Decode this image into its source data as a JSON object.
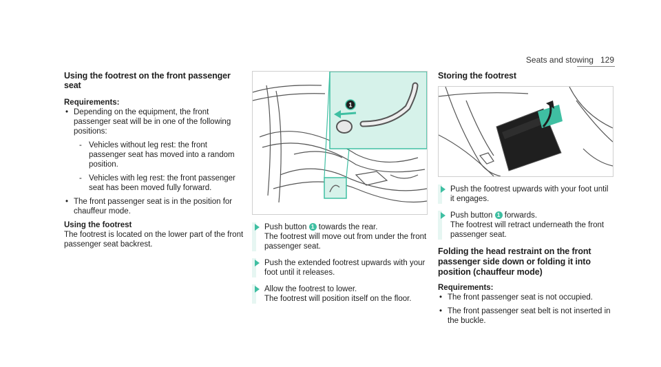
{
  "header": {
    "section": "Seats and stowing",
    "page": "129"
  },
  "left": {
    "title": "Using the footrest on the front passenger seat",
    "requirements_heading": "Requirements:",
    "bullet1": "Depending on the equipment, the front passenger seat will be in one of the following positions:",
    "dash1": "Vehicles without leg rest: the front passenger seat has moved into a random position.",
    "dash2": "Vehicles with leg rest: the front passenger seat has been moved fully forward.",
    "bullet2": "The front passenger seat is in the position for chauffeur mode.",
    "subheading": "Using the footrest",
    "paragraph": "The footrest is located on the lower part of the front passenger seat backrest."
  },
  "middle": {
    "figure_callout": "1",
    "step1_pre": "Push button",
    "step1_num": "1",
    "step1_post": "towards the rear.",
    "step1_result": "The footrest will move out from under the front passenger seat.",
    "step2": "Push the extended footrest upwards with your foot until it releases.",
    "step3": "Allow the footrest to lower.",
    "step3_result": "The footrest will position itself on the floor."
  },
  "right": {
    "title": "Storing the footrest",
    "step1": "Push the footrest upwards with your foot until it engages.",
    "step2_pre": "Push button",
    "step2_num": "1",
    "step2_post": "forwards.",
    "step2_result": "The footrest will retract underneath the front passenger seat.",
    "title2": "Folding the head restraint on the front passenger side down or folding it into position (chauffeur mode)",
    "requirements_heading": "Requirements:",
    "bullet1": "The front passenger seat is not occupied.",
    "bullet2": "The front passenger seat belt is not inserted in the buckle."
  },
  "colors": {
    "accent": "#3fbfa2",
    "highlight_bg": "#e6f6f2",
    "callout_box": "#d6f2ea"
  }
}
